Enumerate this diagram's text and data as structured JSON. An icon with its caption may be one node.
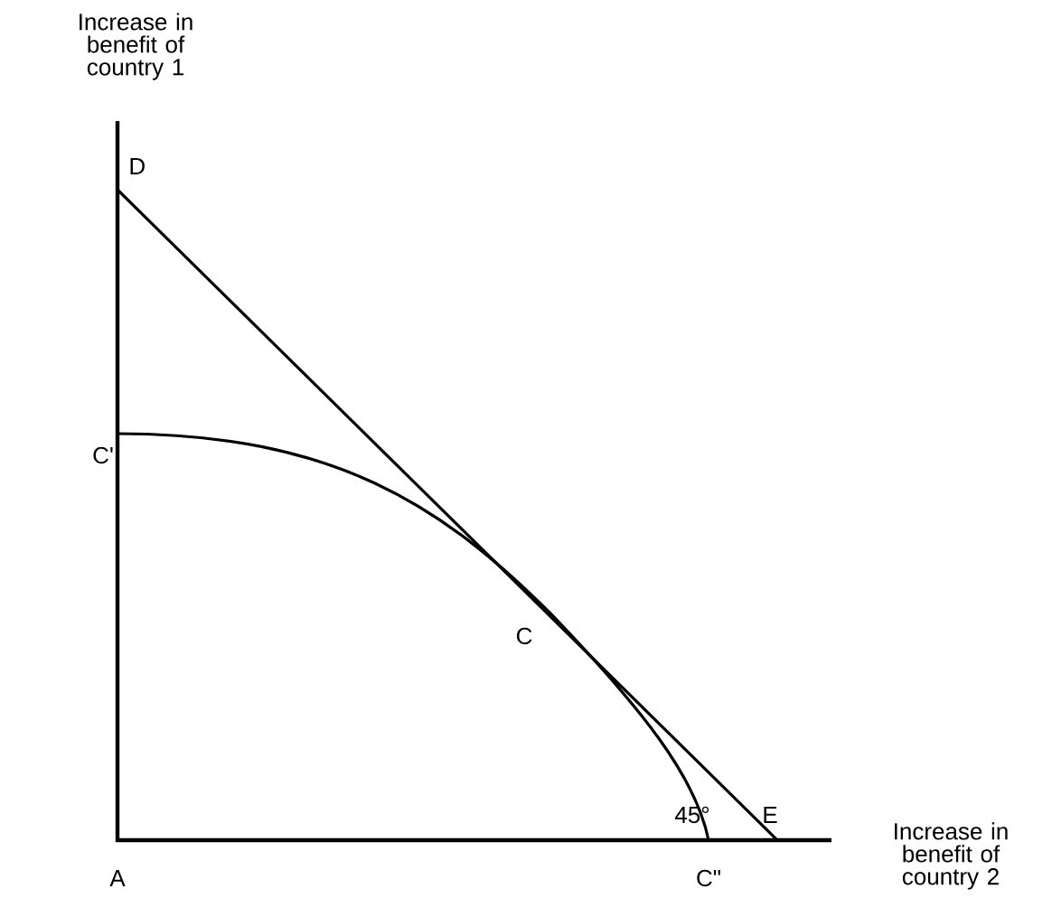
{
  "diagram": {
    "labels": [
      "Increase in benefit of country 1",
      "D",
      "C'",
      "C",
      "Increase in benefit of country 2",
      "45°",
      "E",
      "A",
      "C\""
    ]
  }
}
